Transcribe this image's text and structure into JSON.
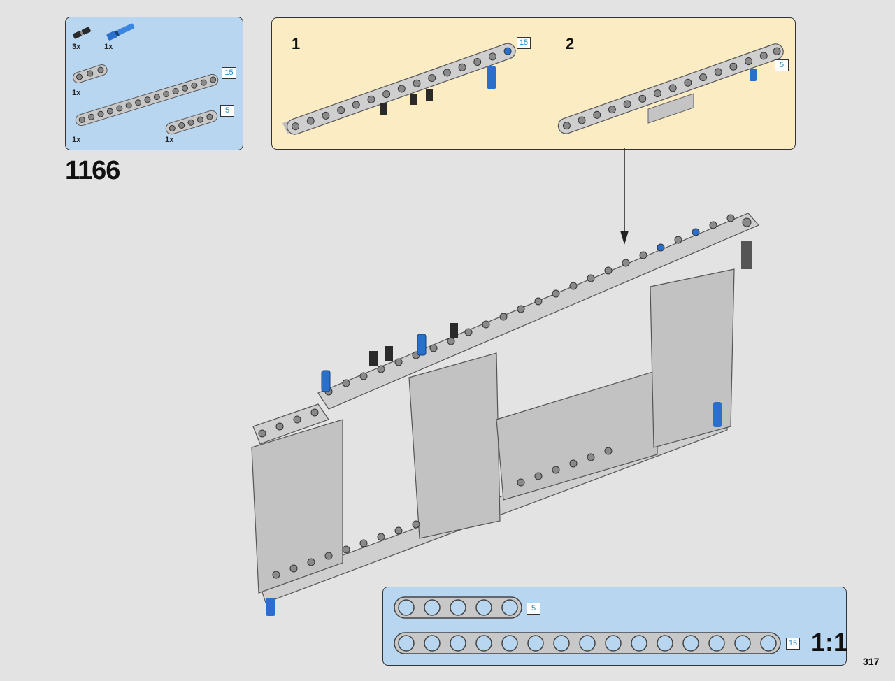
{
  "step": {
    "number": "1166"
  },
  "page": {
    "number": "317"
  },
  "parts_list": {
    "items": [
      {
        "name": "black-friction-pin",
        "qty": "3x"
      },
      {
        "name": "blue-axle-pin",
        "qty": "1x"
      },
      {
        "name": "beam-3",
        "qty": "1x"
      },
      {
        "name": "beam-15",
        "qty": "1x",
        "length": "15"
      },
      {
        "name": "beam-5",
        "qty": "1x",
        "length": "5"
      }
    ]
  },
  "sub_steps": [
    {
      "number": "1",
      "length": "15"
    },
    {
      "number": "2",
      "length": "5"
    }
  ],
  "ruler": {
    "scale": "1:1",
    "beams": [
      {
        "length": "5"
      },
      {
        "length": "15"
      }
    ]
  },
  "colors": {
    "parts_bg": "#b9d6f0",
    "substep_bg": "#fcecc4",
    "page_bg": "#e3e3e3",
    "beam_gray": "#c8c8c8",
    "pin_blue": "#2a6fc9",
    "length_text": "#1a8fc9"
  }
}
